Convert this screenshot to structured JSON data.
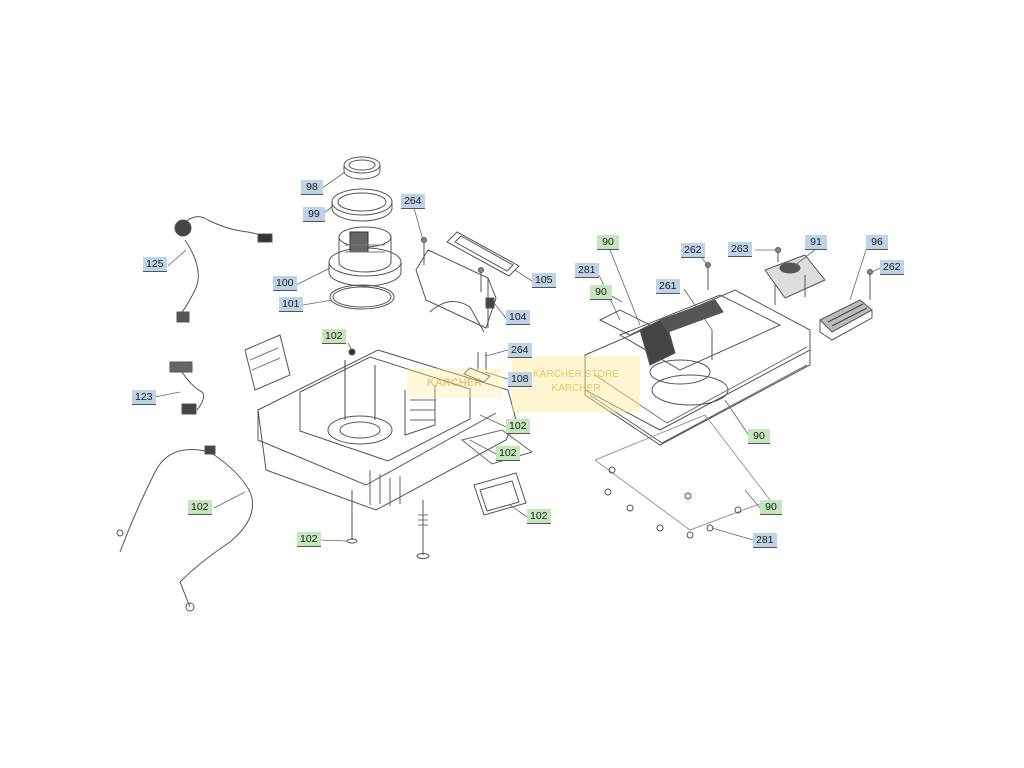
{
  "callouts": [
    {
      "id": "c98",
      "text": "98",
      "color": "blue"
    },
    {
      "id": "c99",
      "text": "99",
      "color": "blue"
    },
    {
      "id": "c264a",
      "text": "264",
      "color": "blue"
    },
    {
      "id": "c125",
      "text": "125",
      "color": "blue"
    },
    {
      "id": "c100",
      "text": "100",
      "color": "blue"
    },
    {
      "id": "c101",
      "text": "101",
      "color": "blue"
    },
    {
      "id": "c105",
      "text": "105",
      "color": "blue"
    },
    {
      "id": "c104",
      "text": "104",
      "color": "blue"
    },
    {
      "id": "c102a",
      "text": "102",
      "color": "green"
    },
    {
      "id": "c264b",
      "text": "264",
      "color": "blue"
    },
    {
      "id": "c108",
      "text": "108",
      "color": "blue"
    },
    {
      "id": "c123",
      "text": "123",
      "color": "blue"
    },
    {
      "id": "c102b",
      "text": "102",
      "color": "green"
    },
    {
      "id": "c102c",
      "text": "102",
      "color": "green"
    },
    {
      "id": "c102d",
      "text": "102",
      "color": "green"
    },
    {
      "id": "c102e",
      "text": "102",
      "color": "green"
    },
    {
      "id": "c102f",
      "text": "102",
      "color": "green"
    },
    {
      "id": "c90a",
      "text": "90",
      "color": "green"
    },
    {
      "id": "c262a",
      "text": "262",
      "color": "blue"
    },
    {
      "id": "c263",
      "text": "263",
      "color": "blue"
    },
    {
      "id": "c91",
      "text": "91",
      "color": "blue"
    },
    {
      "id": "c96",
      "text": "96",
      "color": "blue"
    },
    {
      "id": "c281a",
      "text": "281",
      "color": "blue"
    },
    {
      "id": "c262b",
      "text": "262",
      "color": "blue"
    },
    {
      "id": "c90b",
      "text": "90",
      "color": "green"
    },
    {
      "id": "c261",
      "text": "261",
      "color": "blue"
    },
    {
      "id": "c90c",
      "text": "90",
      "color": "green"
    },
    {
      "id": "c90d",
      "text": "90",
      "color": "green"
    },
    {
      "id": "c281b",
      "text": "281",
      "color": "blue"
    }
  ],
  "watermark": {
    "brand_line": "KÄRCHER STORE",
    "sub_line": "KARCHER",
    "small": "KÄRCHER"
  },
  "colors": {
    "blue_tag": "#bfd3e6",
    "green_tag": "#c4e6bd",
    "line": "#555555"
  }
}
